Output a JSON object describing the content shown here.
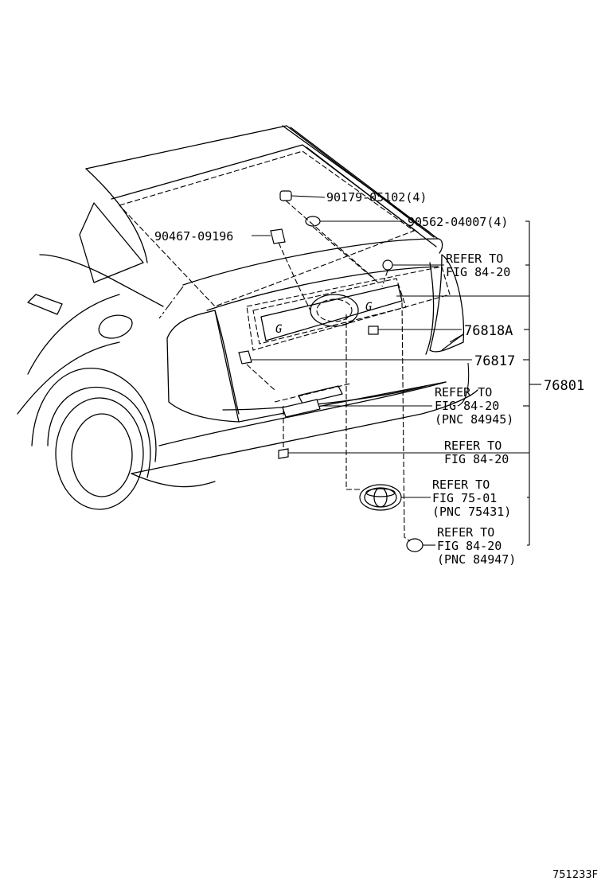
{
  "figure_code": "751233F",
  "labels": {
    "p90179": "90179-05102(4)",
    "p90562": "90562-04007(4)",
    "p90467": "90467-09196",
    "p76818A": "76818A",
    "p76817": "76817",
    "p76801": "76801"
  },
  "refers": {
    "r1": [
      "REFER TO",
      "FIG 84-20"
    ],
    "r2": [
      "REFER TO",
      "FIG 84-20",
      "(PNC 84945)"
    ],
    "r3": [
      "REFER TO",
      "FIG 84-20"
    ],
    "r4": [
      "REFER TO",
      "FIG 75-01",
      "(PNC 75431)"
    ],
    "r5": [
      "REFER TO",
      "FIG 84-20",
      "(PNC 84947)"
    ]
  }
}
